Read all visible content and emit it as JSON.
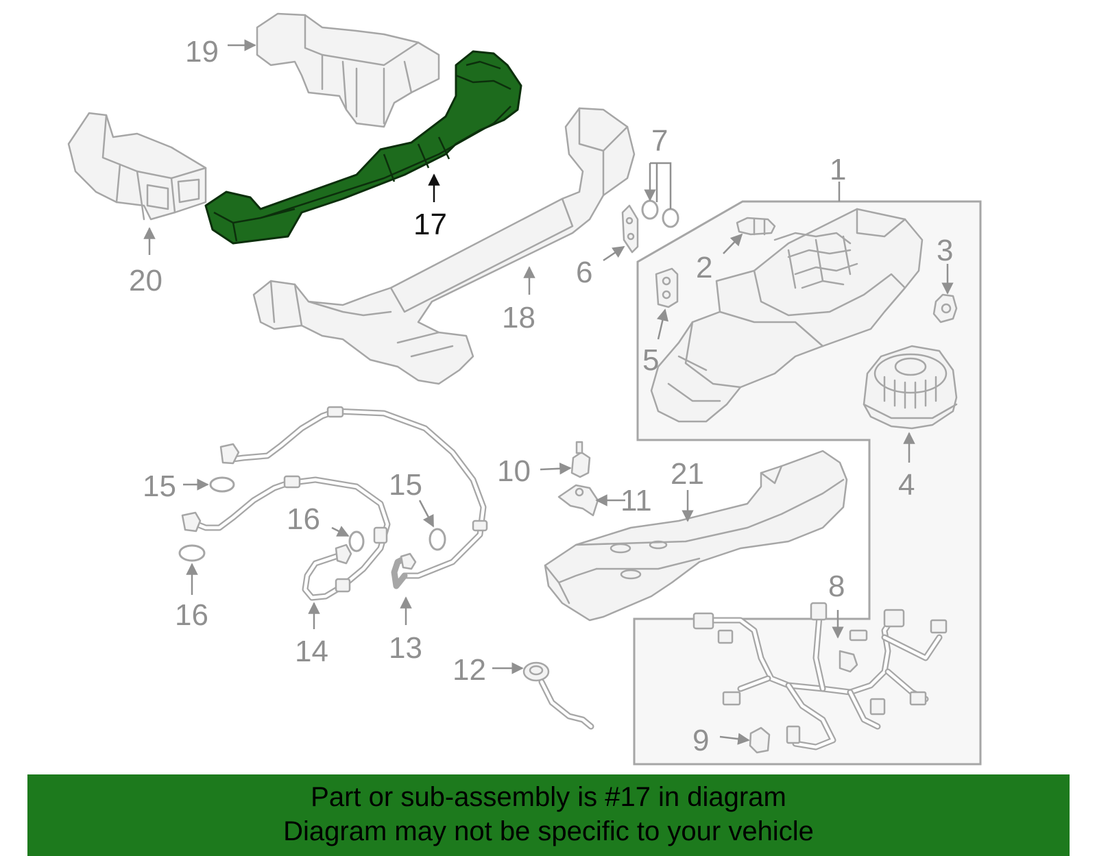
{
  "diagram": {
    "highlight_color": "#1d6b1d",
    "part_color": "#a6a6a6",
    "labels": {
      "p1": "1",
      "p2": "2",
      "p3": "3",
      "p4": "4",
      "p5": "5",
      "p6": "6",
      "p7": "7",
      "p8": "8",
      "p9": "9",
      "p10": "10",
      "p11": "11",
      "p12": "12",
      "p13": "13",
      "p14": "14",
      "p15a": "15",
      "p15b": "15",
      "p16a": "16",
      "p16b": "16",
      "p17": "17",
      "p18": "18",
      "p19": "19",
      "p20": "20",
      "p21": "21"
    },
    "highlighted_part": "17"
  },
  "banner": {
    "color": "#1d7a1d",
    "line1": "Part or sub-assembly is #17 in diagram",
    "line2": "Diagram may not be specific to your vehicle"
  }
}
